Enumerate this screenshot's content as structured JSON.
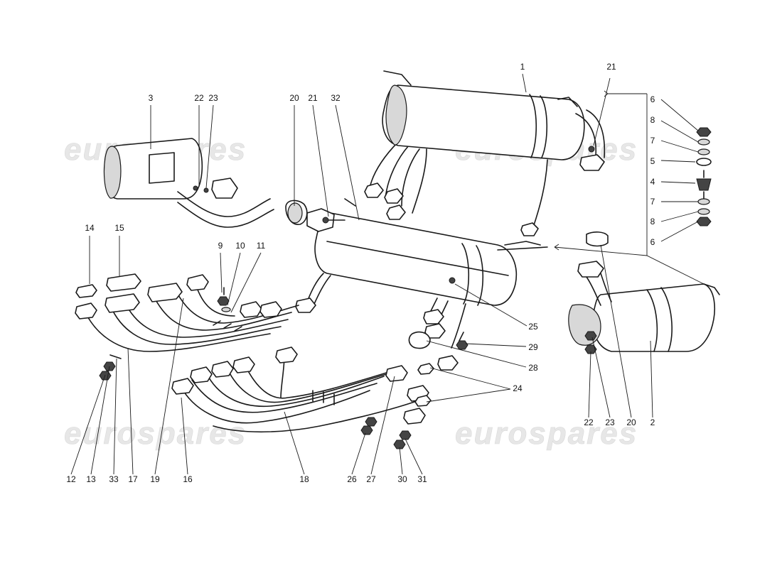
{
  "watermark": "eurospares",
  "callouts": {
    "c1": "1",
    "c2": "2",
    "c3": "3",
    "c4": "4",
    "c5": "5",
    "c6a": "6",
    "c6b": "6",
    "c7a": "7",
    "c7b": "7",
    "c8a": "8",
    "c8b": "8",
    "c9": "9",
    "c10": "10",
    "c11": "11",
    "c12": "12",
    "c13": "13",
    "c14": "14",
    "c15": "15",
    "c16": "16",
    "c17": "17",
    "c18": "18",
    "c19": "19",
    "c20a": "20",
    "c20b": "20",
    "c21a": "21",
    "c21b": "21",
    "c22a": "22",
    "c22b": "22",
    "c23a": "23",
    "c23b": "23",
    "c24": "24",
    "c25": "25",
    "c26": "26",
    "c27": "27",
    "c28": "28",
    "c29": "29",
    "c30": "30",
    "c31": "31",
    "c32": "32",
    "c33": "33"
  }
}
